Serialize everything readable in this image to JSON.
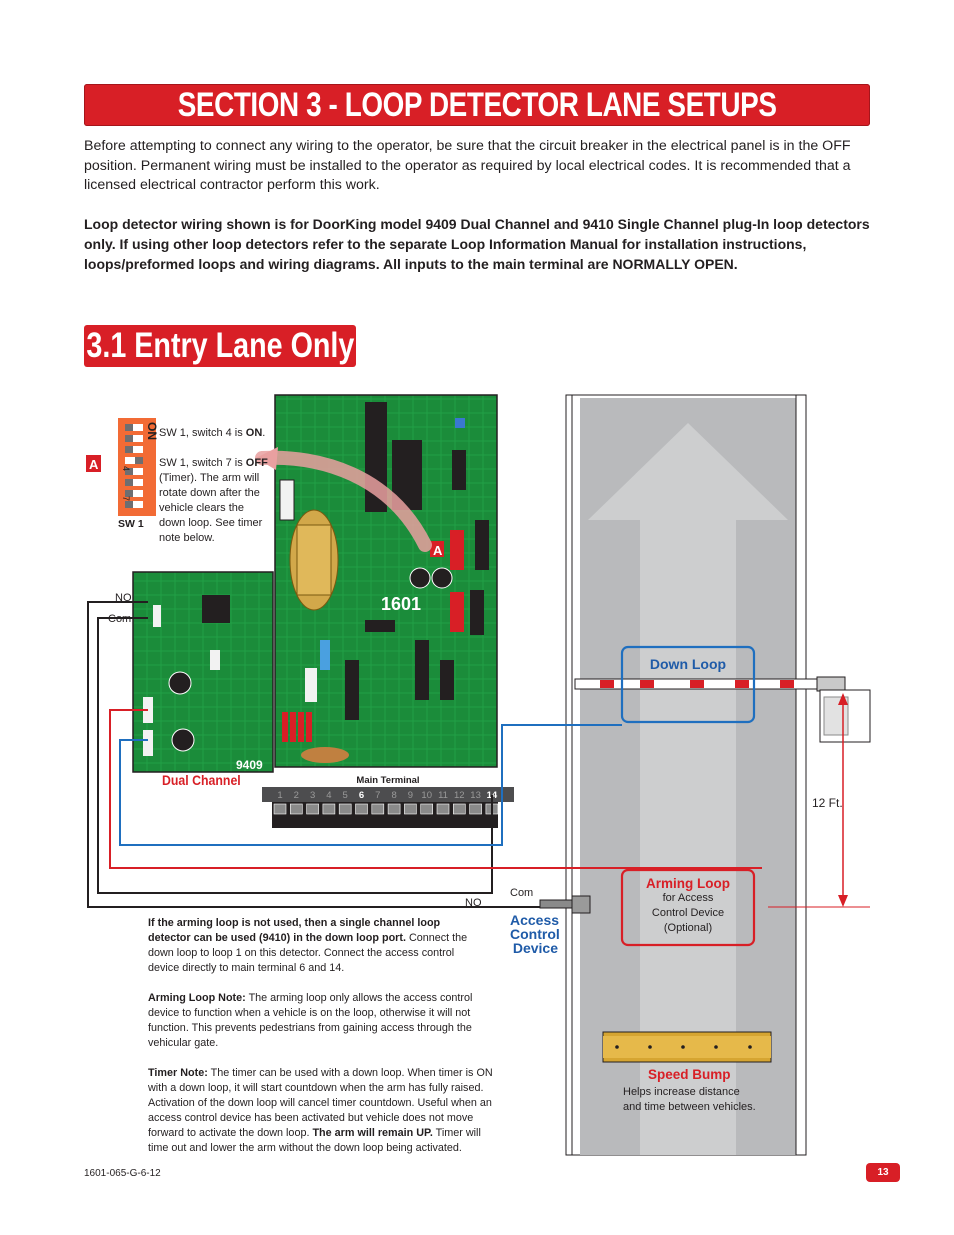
{
  "header": {
    "title": "SECTION 3 - LOOP DETECTOR LANE SETUPS"
  },
  "intro": "Before attempting to connect any wiring to the operator, be sure that the circuit breaker in the electrical panel is in the OFF position. Permanent wiring must be installed to the operator as required by local electrical codes. It is recommended that a licensed electrical contractor perform this work.",
  "warning": "Loop detector wiring shown is for DoorKing model 9409 Dual Channel and 9410 Single Channel plug-In loop detectors only. If using other loop detectors refer to the separate Loop Information Manual for installation instructions, loops/preformed loops and wiring diagrams. All inputs to the main terminal are NORMALLY OPEN.",
  "section": {
    "title": "3.1 Entry Lane Only"
  },
  "diagram": {
    "switch": {
      "label": "SW 1",
      "marker": "A",
      "on": "ON",
      "num4": "4",
      "num7": "7",
      "note1_pre": "SW 1, switch 4 is ",
      "note1_bold": "ON",
      "note1_post": ".",
      "note2_pre": "SW 1, switch 7 is ",
      "note2_bold": "OFF",
      "note2_post": " (Timer). The arm will rotate down after the vehicle clears the down loop. See timer note below."
    },
    "board": {
      "model": "1601",
      "marker": "A",
      "main_terminal": "Main Terminal",
      "terminals": [
        "1",
        "2",
        "3",
        "4",
        "5",
        "6",
        "7",
        "8",
        "9",
        "10",
        "11",
        "12",
        "13",
        "14"
      ],
      "bold_terminals": [
        "6",
        "14"
      ]
    },
    "detector": {
      "model": "9409",
      "caption": "Dual Channel",
      "no": "NO",
      "com": "Com"
    },
    "wires": {
      "no": "NO",
      "com": "Com"
    },
    "access_control": [
      "Access",
      "Control",
      "Device"
    ],
    "down_loop": "Down Loop",
    "arming_loop": {
      "title": "Arming Loop",
      "line1": "for Access",
      "line2": "Control Device",
      "line3": "(Optional)"
    },
    "distance": "12 Ft.",
    "speed_bump": {
      "title": "Speed Bump",
      "line1": "Helps increase distance",
      "line2": "and time between vehicles."
    },
    "colors": {
      "red": "#d81f26",
      "blue": "#1f6fbf",
      "black": "#231f20",
      "board_green": "#1b8c3a",
      "road": "#b9babc"
    }
  },
  "notes": {
    "arming_unused_bold": "If the arming loop is not used, then a single channel loop detector can be used (9410) in the down loop port.",
    "arming_unused_text": " Connect the down loop to loop 1 on this detector. Connect the access control device directly to main terminal 6 and 14.",
    "arming_note_label": "Arming Loop Note:",
    "arming_note_text": " The arming loop only allows the access control device to function when a vehicle is on the loop, otherwise it will not function. This prevents pedestrians from gaining access through the vehicular gate.",
    "timer_note_label": "Timer Note:",
    "timer_note_text1": " The timer can be used with a down loop. When timer is ON with a down loop, it will start countdown when the arm has fully raised. Activation of the down loop will cancel timer countdown. Useful when an access control device has been activated but vehicle does not move forward to activate the down loop. ",
    "timer_note_bold": "The arm will remain UP.",
    "timer_note_text2": " Timer will time out and lower the arm without the down loop being activated."
  },
  "footer": {
    "doc_id": "1601-065-G-6-12",
    "page": "13"
  }
}
